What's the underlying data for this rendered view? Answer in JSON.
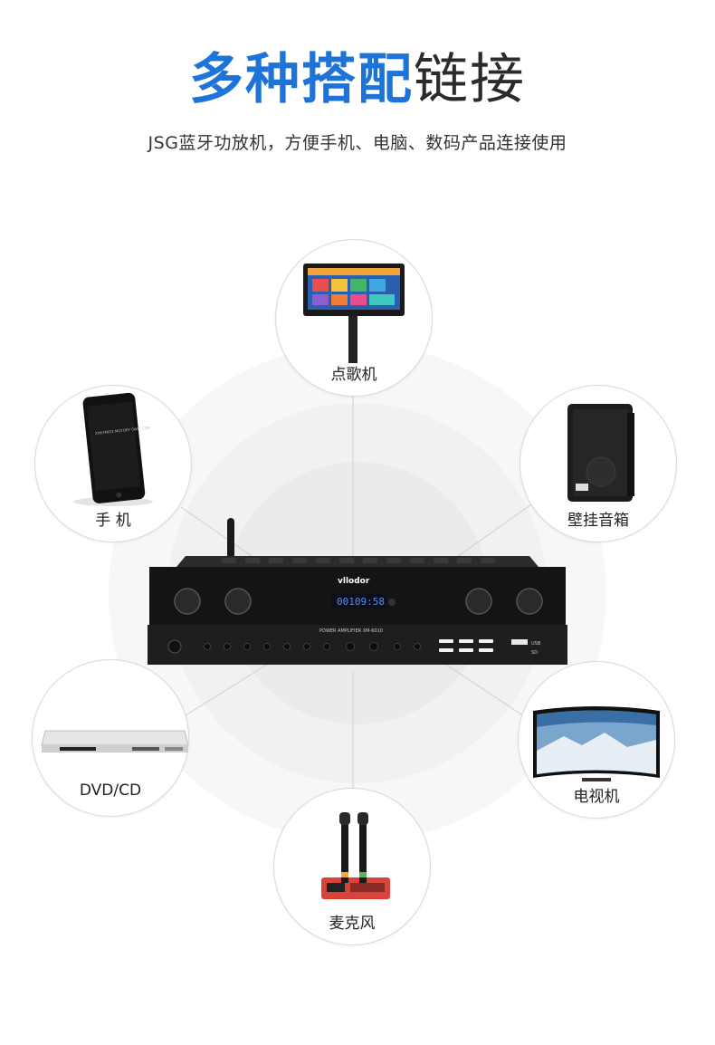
{
  "header": {
    "title_blue": "多种搭配",
    "title_dark": "链接",
    "subtitle": "JSG蓝牙功放机，方便手机、电脑、数码产品连接使用"
  },
  "devices": {
    "karaoke": {
      "label": "点歌机"
    },
    "phone": {
      "label": "手 机"
    },
    "speaker": {
      "label": "壁挂音箱"
    },
    "dvd": {
      "label": "DVD/CD"
    },
    "tv": {
      "label": "电视机"
    },
    "microphone": {
      "label": "麦克风"
    }
  },
  "amplifier": {
    "brand": "vllodor",
    "display": "00109:58",
    "model_text": "POWER AMPLIFIER  XM-6010",
    "usb_label": "USB",
    "sd_label": "SD"
  },
  "phone_screen_text": "XXK-MKO3 MOTORY 0WP! C3M",
  "colors": {
    "accent": "#1e73d8",
    "title_dark": "#2b2b2b",
    "display_blue": "#4f8dff"
  }
}
